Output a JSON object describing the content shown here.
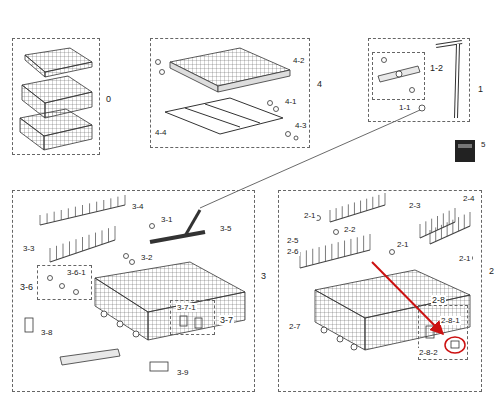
{
  "diagram": {
    "nodes": [
      {
        "text": [
          "0"
        ]
      },
      {
        "text": [
          "4"
        ]
      },
      {
        "text": [
          "1"
        ]
      },
      {
        "text": [
          "1-2"
        ],
        "in": 2
      },
      {
        "text": [
          "3"
        ]
      },
      {
        "text": [
          "3-6"
        ],
        "in": 4
      },
      {
        "text": [
          "3-7"
        ],
        "in": 4
      },
      {
        "text": [
          "2"
        ]
      },
      {
        "text": [
          "2-8"
        ],
        "in": 7
      }
    ],
    "edges": [
      {
        "from": 2,
        "to": 4,
        "arrow": "none"
      }
    ],
    "labels": [
      "4-2",
      "4-1",
      "4-3",
      "4-4",
      "1-1",
      "5",
      "3-4",
      "3-1",
      "3-5",
      "3-3",
      "3-2",
      "3-6-1",
      "3-8",
      "3-7-1",
      "3-9",
      "2-1",
      "2-2",
      "2-3",
      "2-4",
      "2-5",
      "2-6",
      "2-1",
      "2-1",
      "2-7",
      "2-8-1",
      "2-8-2"
    ]
  }
}
